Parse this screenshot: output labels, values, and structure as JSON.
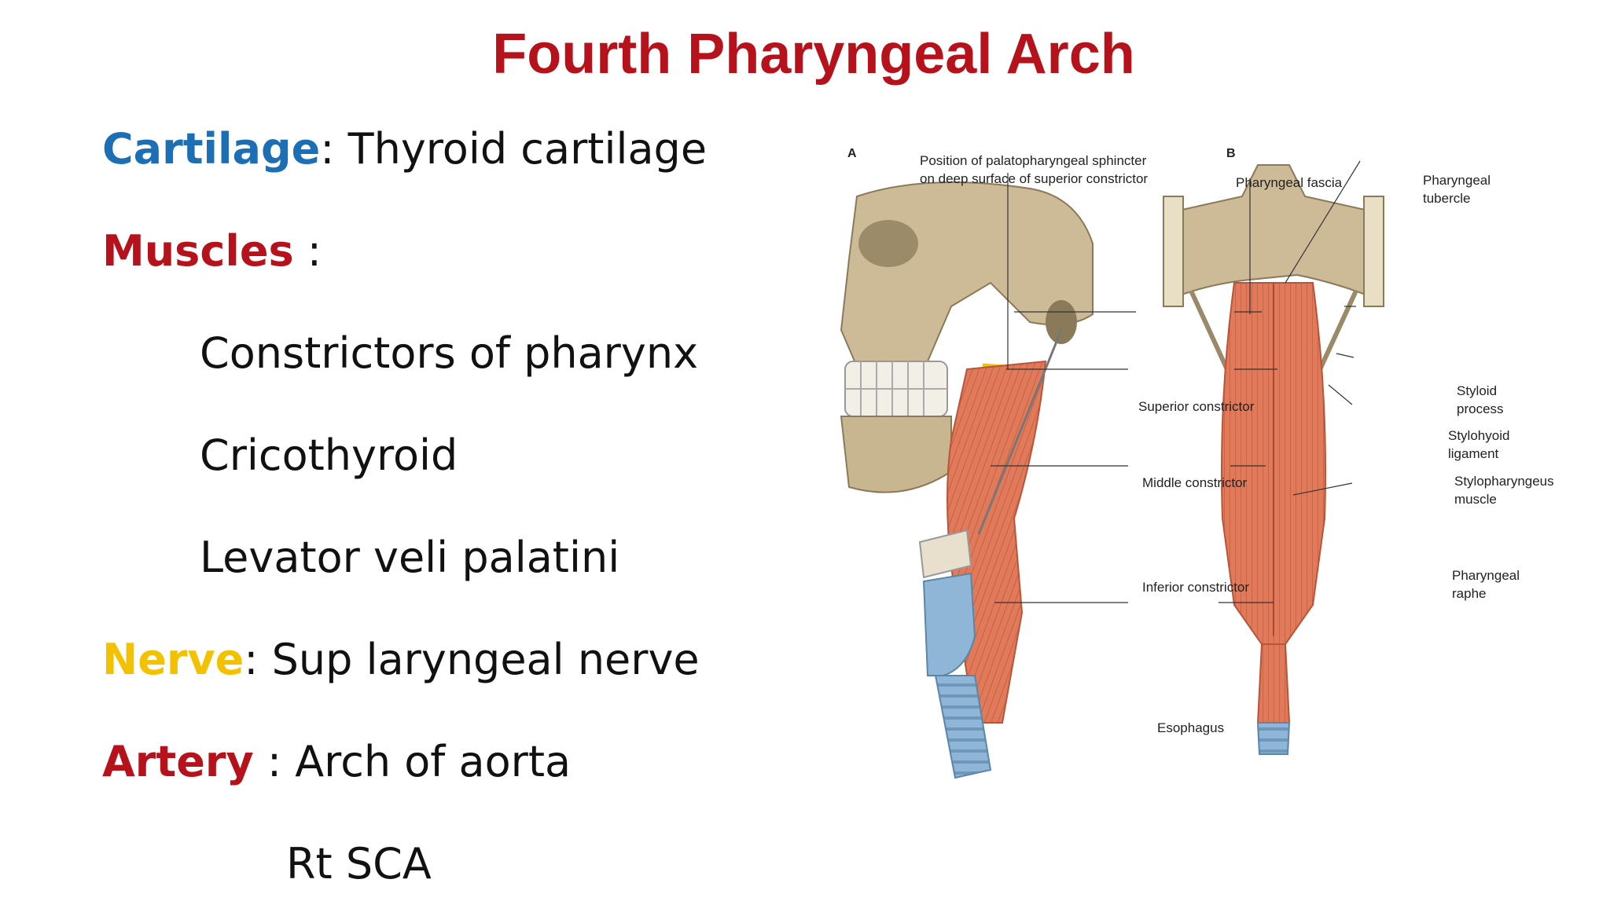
{
  "title": "Fourth Pharyngeal Arch",
  "items": {
    "cartilage": {
      "key": "Cartilage",
      "sep": ": ",
      "value": "Thyroid cartilage"
    },
    "muscles": {
      "key": "Muscles",
      "sep": " :"
    },
    "muscle_list": [
      "Constrictors of pharynx",
      "Cricothyroid",
      "Levator veli palatini"
    ],
    "nerve": {
      "key": "Nerve",
      "sep": ": ",
      "value": "Sup laryngeal nerve"
    },
    "artery": {
      "key": "Artery",
      "sep": " : ",
      "value": "Arch of aorta"
    },
    "artery_extra": "Rt SCA"
  },
  "colors": {
    "title": "#b5121b",
    "cartilage": "#1c6fb5",
    "muscles": "#b5121b",
    "nerve": "#f2c200",
    "artery": "#b5121b",
    "muscle_tissue": "#e07a5a",
    "bone": "#cdbb98",
    "cartilage_tissue": "#8fb6d6"
  },
  "figure": {
    "panel_a": "A",
    "panel_b": "B",
    "labels": {
      "sphincter_1": "Position of palatopharyngeal sphincter",
      "sphincter_2": "on deep surface of superior constrictor",
      "superior": "Superior constrictor",
      "middle": "Middle constrictor",
      "inferior": "Inferior constrictor",
      "esophagus": "Esophagus",
      "fascia": "Pharyngeal fascia",
      "tubercle_1": "Pharyngeal",
      "tubercle_2": "tubercle",
      "styloid_1": "Styloid",
      "styloid_2": "process",
      "stylohyoid_1": "Stylohyoid",
      "stylohyoid_2": "ligament",
      "stylopharyngeus_1": "Stylopharyngeus",
      "stylopharyngeus_2": "muscle",
      "raphe_1": "Pharyngeal",
      "raphe_2": "raphe"
    }
  }
}
